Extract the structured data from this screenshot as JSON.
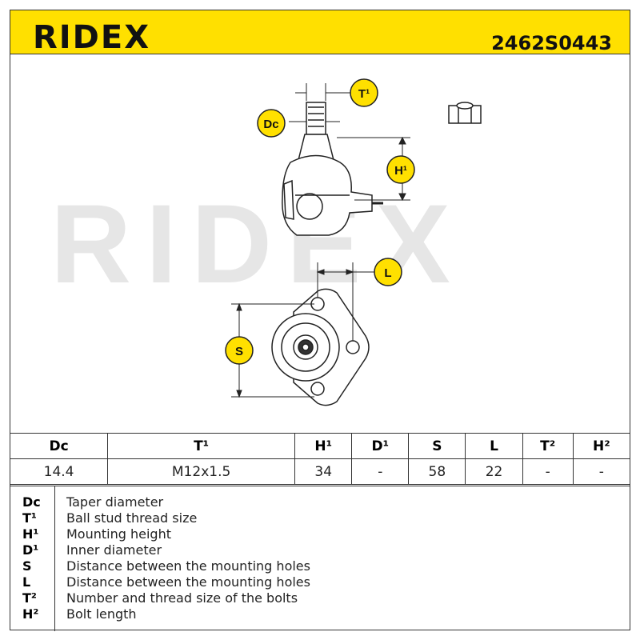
{
  "header": {
    "brand": "RIDEX",
    "part_number": "2462S0443"
  },
  "diagram": {
    "watermark": "RIDEX",
    "badges": {
      "dc": "Dc",
      "t1": "T¹",
      "h1": "H¹",
      "l": "L",
      "s": "S"
    }
  },
  "table": {
    "headers": [
      "Dc",
      "T¹",
      "H¹",
      "D¹",
      "S",
      "L",
      "T²",
      "H²"
    ],
    "values": [
      "14.4",
      "M12x1.5",
      "34",
      "-",
      "58",
      "22",
      "-",
      "-"
    ]
  },
  "legend": [
    {
      "key": "Dc",
      "desc": "Taper diameter"
    },
    {
      "key": "T¹",
      "desc": "Ball stud thread size"
    },
    {
      "key": "H¹",
      "desc": "Mounting height"
    },
    {
      "key": "D¹",
      "desc": "Inner diameter"
    },
    {
      "key": "S",
      "desc": "Distance between the mounting holes"
    },
    {
      "key": "L",
      "desc": "Distance between the mounting holes"
    },
    {
      "key": "T²",
      "desc": "Number and thread size of the bolts"
    },
    {
      "key": "H²",
      "desc": "Bolt length"
    }
  ],
  "colors": {
    "accent": "#ffe000",
    "watermark": "#e6e6e6"
  }
}
